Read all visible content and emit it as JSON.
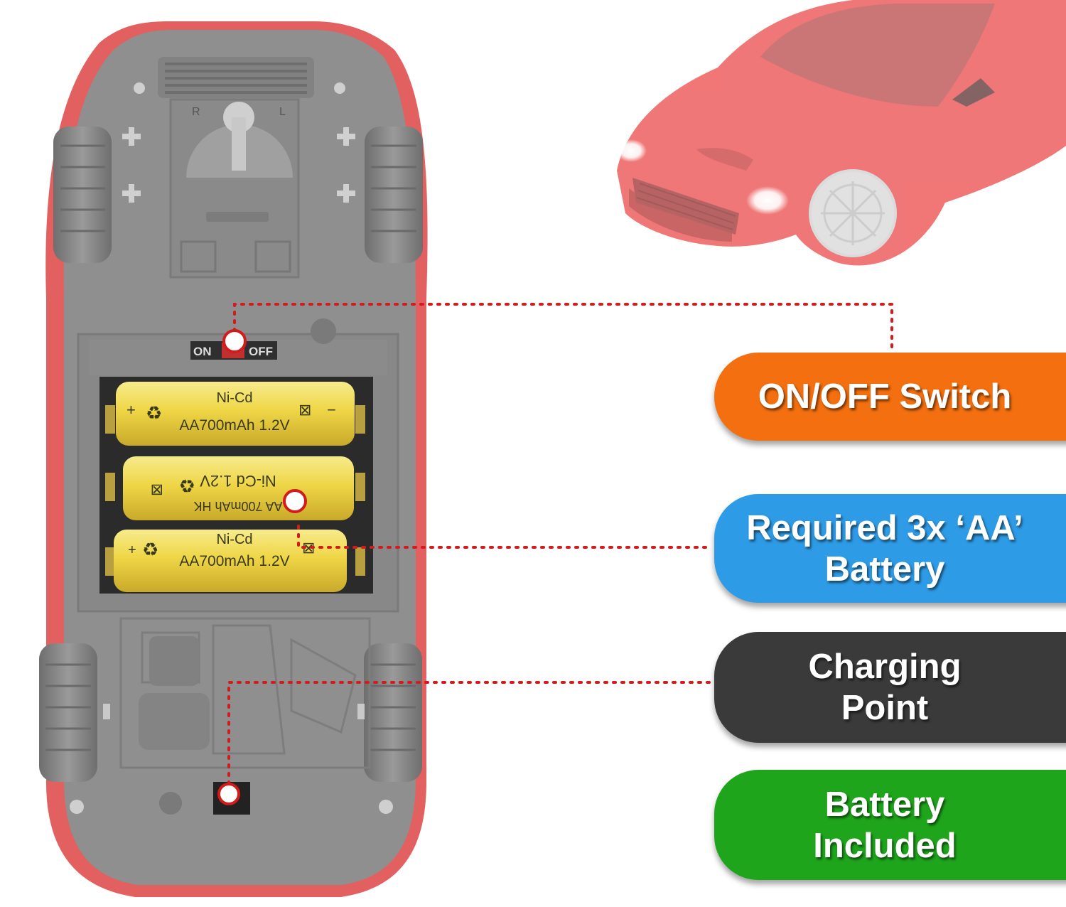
{
  "colors": {
    "switch_pill": "#f36f0f",
    "battery_pill": "#2e9be6",
    "charging_pill": "#3a3a3a",
    "included_pill": "#1ea51c",
    "callout_dots": "#d21b1b",
    "car_body": "#e84343",
    "chassis": "#8c8c8c",
    "battery_yellow": "#f2dc52"
  },
  "callouts": {
    "switch": {
      "line1": "ON/OFF Switch",
      "line2": ""
    },
    "battery": {
      "line1": "Required 3x ‘AA’",
      "line2": "Battery"
    },
    "charging": {
      "line1": "Charging",
      "line2": "Point"
    },
    "included": {
      "line1": "Battery",
      "line2": "Included"
    }
  },
  "switch_markings": {
    "on": "ON",
    "off": "OFF"
  },
  "steering_dial": {
    "left": "R",
    "right": "L"
  },
  "batteries": [
    {
      "chem": "Ni-Cd",
      "rating": "AA700mAh 1.2V",
      "flipped": false
    },
    {
      "chem": "Ni-Cd 1.2V",
      "rating": "AA 700mAh HK",
      "flipped": true
    },
    {
      "chem": "Ni-Cd",
      "rating": "AA700mAh 1.2V",
      "flipped": false
    }
  ]
}
